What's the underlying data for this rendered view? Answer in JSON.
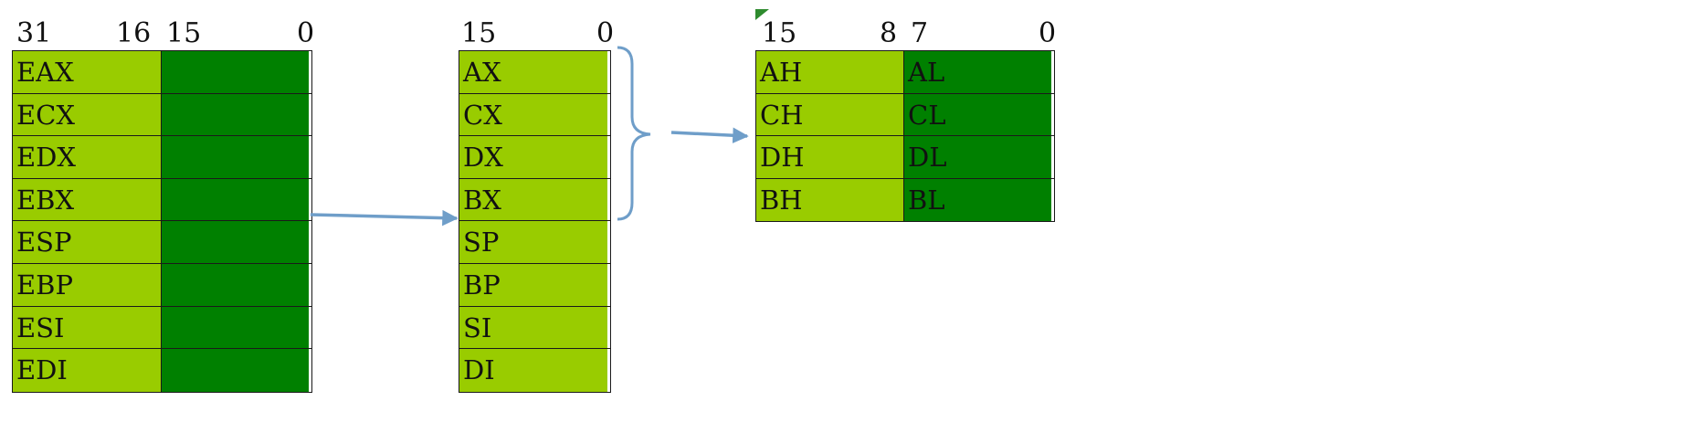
{
  "registers_32": {
    "bit_labels": {
      "high": "31",
      "mid_hi": "16",
      "mid_lo": "15",
      "low": "0"
    },
    "rows": [
      "EAX",
      "ECX",
      "EDX",
      "EBX",
      "ESP",
      "EBP",
      "ESI",
      "EDI"
    ]
  },
  "registers_16": {
    "bit_labels": {
      "high": "15",
      "low": "0"
    },
    "rows": [
      "AX",
      "CX",
      "DX",
      "BX",
      "SP",
      "BP",
      "SI",
      "DI"
    ]
  },
  "registers_8": {
    "bit_labels": {
      "high": "15",
      "mid_hi": "8",
      "mid_lo": "7",
      "low": "0"
    },
    "rows": [
      {
        "high": "AH",
        "low": "AL"
      },
      {
        "high": "CH",
        "low": "CL"
      },
      {
        "high": "DH",
        "low": "DL"
      },
      {
        "high": "BH",
        "low": "BL"
      }
    ]
  },
  "colors": {
    "light_green": "#99cc00",
    "dark_green": "#008000",
    "arrow": "#6f9ec9",
    "border": "#1a1a1a"
  }
}
